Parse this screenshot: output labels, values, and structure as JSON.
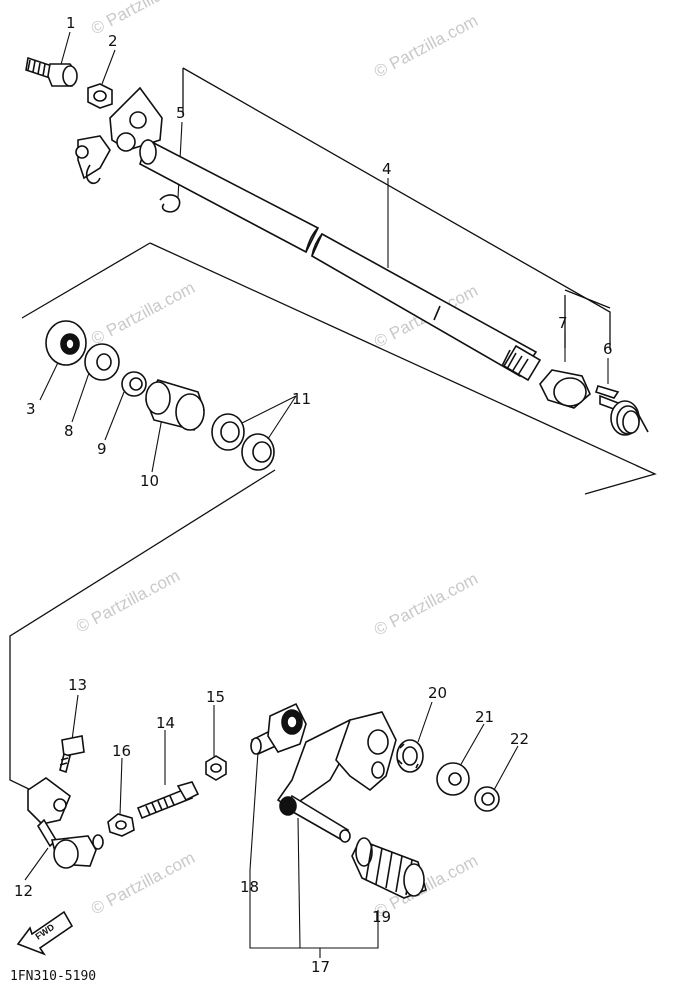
{
  "diagram": {
    "part_code": "1FN310-5190",
    "direction_label": "FWD",
    "watermark": "© Partzilla.com",
    "callouts": [
      {
        "id": "c1",
        "label": "1"
      },
      {
        "id": "c2",
        "label": "2"
      },
      {
        "id": "c3",
        "label": "3"
      },
      {
        "id": "c4",
        "label": "4"
      },
      {
        "id": "c5",
        "label": "5"
      },
      {
        "id": "c6",
        "label": "6"
      },
      {
        "id": "c7",
        "label": "7"
      },
      {
        "id": "c8",
        "label": "8"
      },
      {
        "id": "c9",
        "label": "9"
      },
      {
        "id": "c10",
        "label": "10"
      },
      {
        "id": "c11",
        "label": "11"
      },
      {
        "id": "c12",
        "label": "12"
      },
      {
        "id": "c13",
        "label": "13"
      },
      {
        "id": "c14",
        "label": "14"
      },
      {
        "id": "c15",
        "label": "15"
      },
      {
        "id": "c16",
        "label": "16"
      },
      {
        "id": "c17",
        "label": "17"
      },
      {
        "id": "c18",
        "label": "18"
      },
      {
        "id": "c19",
        "label": "19"
      },
      {
        "id": "c20",
        "label": "20"
      },
      {
        "id": "c21",
        "label": "21"
      },
      {
        "id": "c22",
        "label": "22"
      }
    ]
  }
}
